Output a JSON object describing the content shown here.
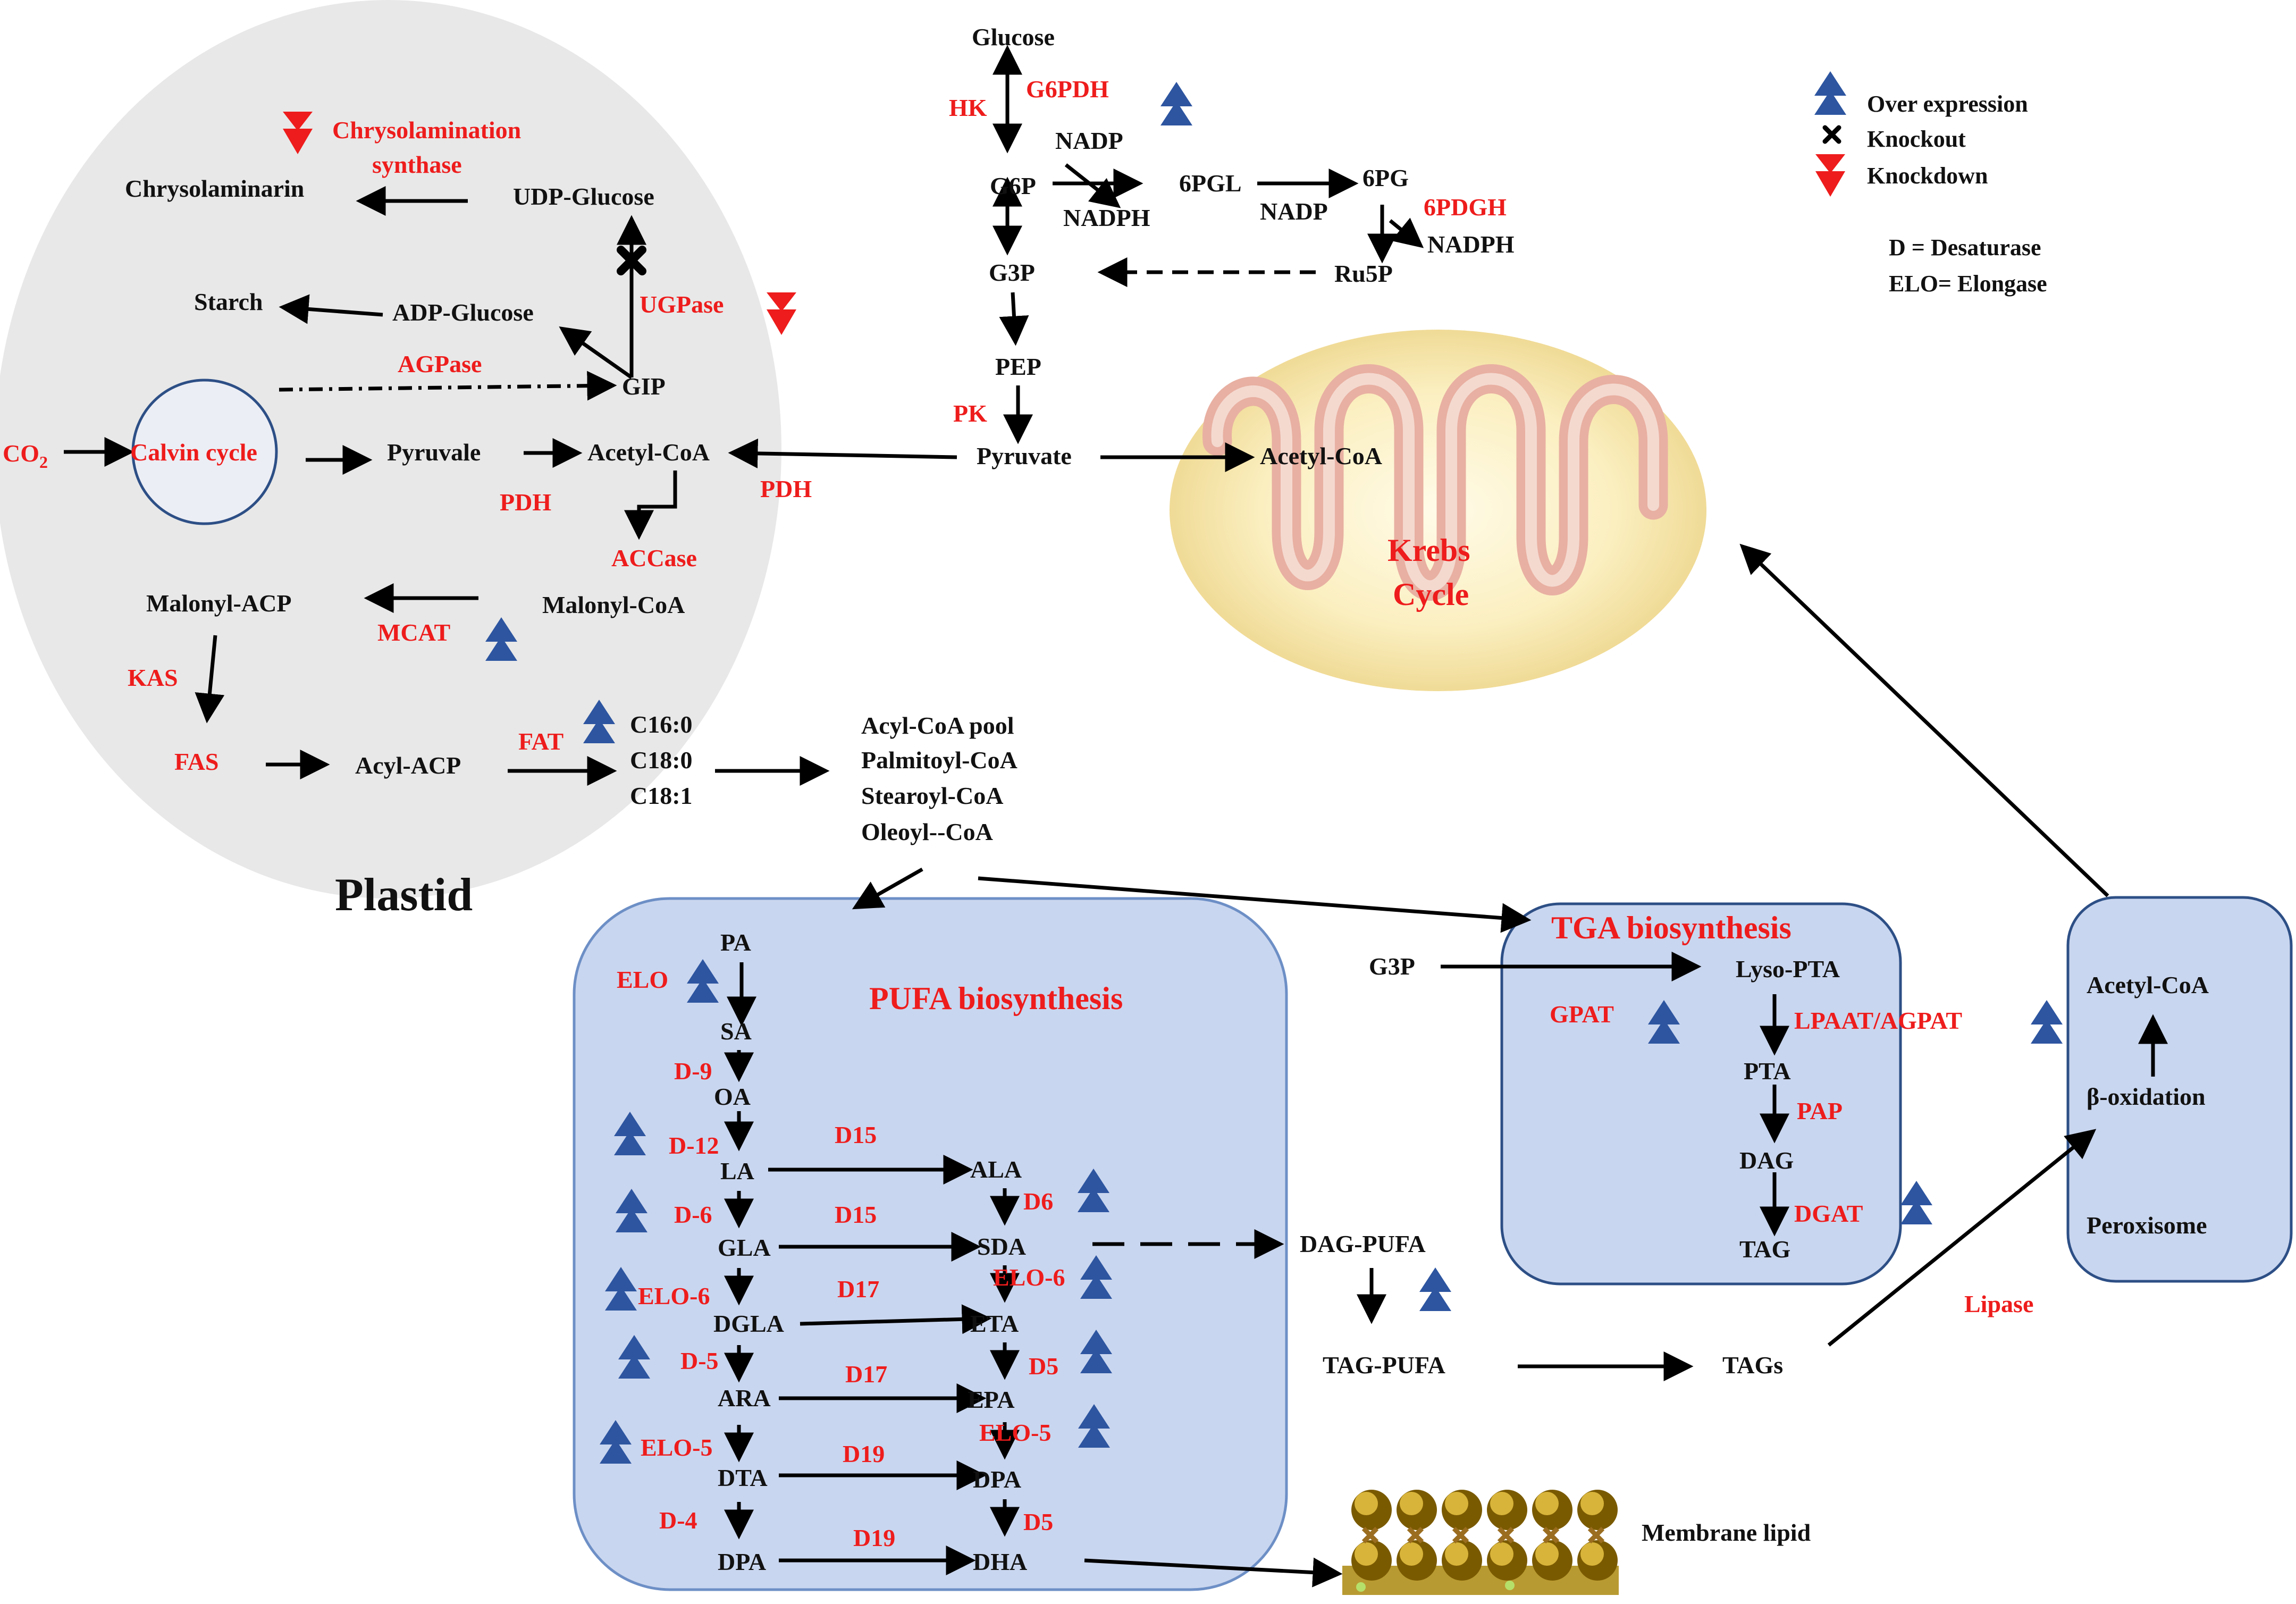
{
  "colors": {
    "enzyme": "#ee1c1c",
    "metabolite": "#111111",
    "overexpression": "#2d55a0",
    "knockdown": "#ee1c1c",
    "plastid_fill": "#e8e8e8",
    "compartment_fill": "#c9d6ef",
    "compartment_stroke": "#6d8fc6"
  },
  "legend": {
    "over_expression": "Over expression",
    "knockout": "Knockout",
    "knockdown": "Knockdown",
    "desaturase": "D = Desaturase",
    "elongase": "ELO=  Elongase"
  },
  "plastid": {
    "title": "Plastid",
    "chrysolamination": "Chrysolamination",
    "synthase": "synthase",
    "chrysolaminarin": "Chrysolaminarin",
    "udp_glucose": "UDP-Glucose",
    "starch": "Starch",
    "adp_glucose": "ADP-Glucose",
    "ugpase": "UGPase",
    "agpase": "AGPase",
    "gip": "GIP",
    "co2": "CO",
    "co2_sub": "2",
    "calvin": "Calvin  cycle",
    "pyruvate": "Pyruvale",
    "acetyl_coa": "Acetyl-CoA",
    "pdh": "PDH",
    "accase": "ACCase",
    "malonyl_acp": "Malonyl-ACP",
    "malonyl_coa": "Malonyl-CoA",
    "mcat": "MCAT",
    "kas": "KAS",
    "fas": "FAS",
    "acyl_acp": "Acyl-ACP",
    "fat": "FAT",
    "c160": "C16:0",
    "c180": "C18:0",
    "c181": "C18:1"
  },
  "glycolysis": {
    "glucose": "Glucose",
    "hk": "HK",
    "g6pdh": "G6PDH",
    "nadp1": "NADP",
    "nadph1": "NADPH",
    "g6p": "G6P",
    "pgl": "6PGL",
    "pg": "6PG",
    "nadp2": "NADP",
    "pgdgh": "6PDGH",
    "nadph2": "NADPH",
    "g3p": "G3P",
    "ru5p": "Ru5P",
    "pep": "PEP",
    "pk": "PK",
    "pyruvate": "Pyruvate",
    "pdh": "PDH",
    "acetyl_coa_mito": "Acetyl-CoA"
  },
  "mito": {
    "krebs": "Krebs",
    "cycle": "Cycle"
  },
  "acyl_pool": {
    "l1": "Acyl-CoA  pool",
    "l2": "Palmitoyl-CoA",
    "l3": "Stearoyl-CoA",
    "l4": "Oleoyl--CoA"
  },
  "pufa": {
    "title": "PUFA  biosynthesis",
    "pa": "PA",
    "elo": "ELO",
    "sa": "SA",
    "d9": "D-9",
    "oa": "OA",
    "d12": "D-12",
    "la": "LA",
    "d15a": "D15",
    "ala": "ALA",
    "d6a": "D-6",
    "d15b": "D15",
    "d6b": "D6",
    "gla": "GLA",
    "sda": "SDA",
    "elo6a": "ELO-6",
    "d17a": "D17",
    "elo6b": "ELO-6",
    "dgla": "DGLA",
    "eta": "ETA",
    "d5a": "D-5",
    "d17b": "D17",
    "d5b": "D5",
    "ara": "ARA",
    "epa": "EPA",
    "elo5a": "ELO-5",
    "elo5b": "ELO-5",
    "dta": "DTA",
    "d19a": "D19",
    "dpa1": "DPA",
    "d4": "D-4",
    "d19b": "D19",
    "d5c": "D5",
    "dpa2": "DPA",
    "dha": "DHA"
  },
  "tag_path": {
    "dag_pufa": "DAG-PUFA",
    "tag_pufa": "TAG-PUFA",
    "tags": "TAGs",
    "g3p": "G3P",
    "lipase": "Lipase",
    "membrane": "Membrane  lipid"
  },
  "tga": {
    "title": "TGA biosynthesis",
    "lyso": "Lyso-PTA",
    "gpat": "GPAT",
    "lpaat": "LPAAT/AGPAT",
    "pta": "PTA",
    "pap": "PAP",
    "dag": "DAG",
    "dgat": "DGAT",
    "tag": "TAG"
  },
  "perox": {
    "acetyl_coa": "Acetyl-CoA",
    "beta": "β-oxidation",
    "name": "Peroxisome"
  }
}
